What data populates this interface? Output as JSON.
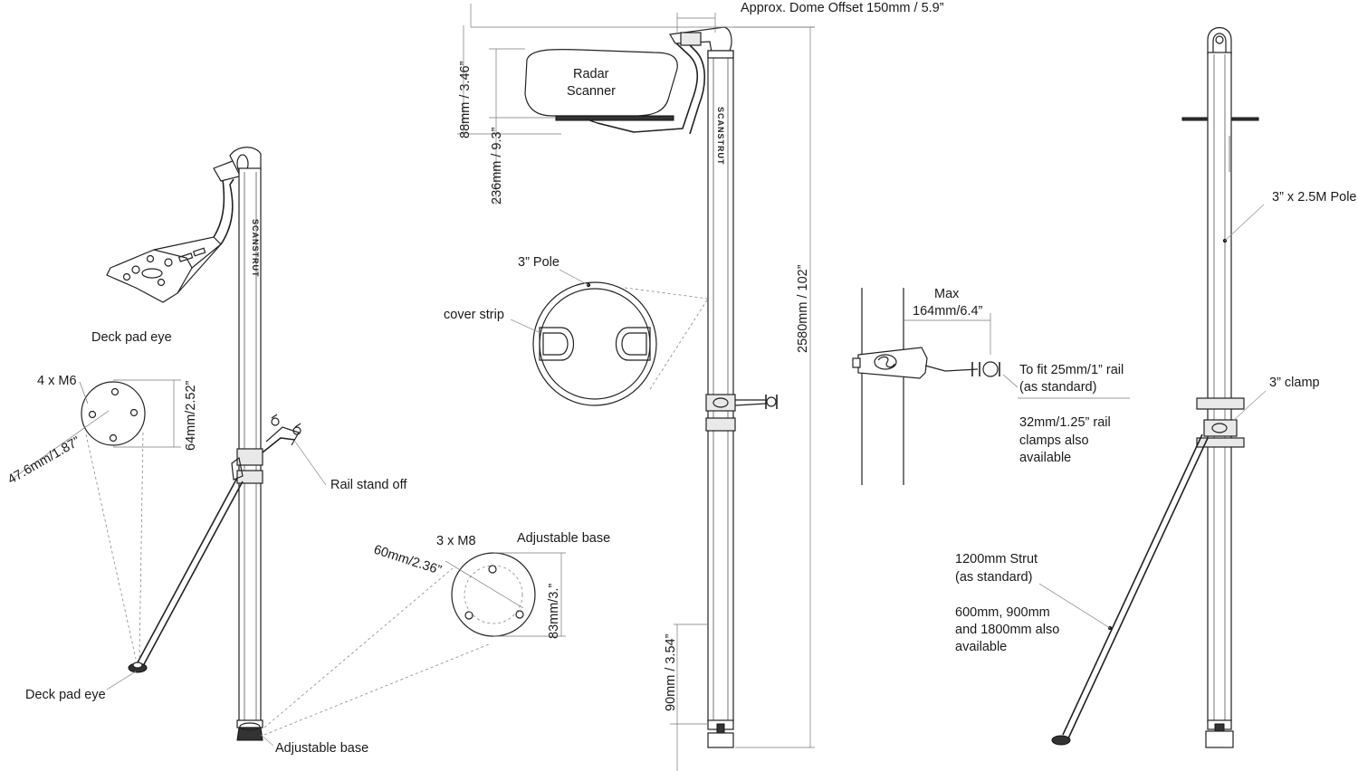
{
  "labels": {
    "deck_pad_eye_top": "Deck pad eye",
    "four_m6": "4 x M6",
    "dim_64mm": "64mm/2.52”",
    "dim_47mm": "47.6mm/1.87”",
    "rail_stand_off": "Rail stand off",
    "deck_pad_eye_bottom": "Deck pad eye",
    "adjustable_base_left": "Adjustable base",
    "dome_offset": "Approx. Dome Offset   150mm / 5.9”",
    "dim_88mm": "88mm / 3.46”",
    "dim_236mm": "236mm / 9.3”",
    "radar_line1": "Radar",
    "radar_line2": "Scanner",
    "three_inch_pole": "3” Pole",
    "cover_strip": "cover strip",
    "dim_2580mm": "2580mm / 102”",
    "three_m8": "3 x M8",
    "adjustable_base_center": "Adjustable base",
    "dim_60mm": "60mm/2.36”",
    "dim_83mm": "83mm/3.”",
    "dim_90mm": "90mm / 3.54”",
    "max_line1": "Max",
    "max_line2": "164mm/6.4”",
    "rail_fit_line1": "To fit 25mm/1” rail",
    "rail_fit_line2": "(as standard)",
    "clamps_line1": "32mm/1.25” rail",
    "clamps_line2": "clamps also",
    "clamps_line3": "available",
    "pole_spec": "3” x 2.5M Pole",
    "three_inch_clamp": "3” clamp",
    "strut_line1": "1200mm Strut",
    "strut_line2": "(as standard)",
    "strut_opts_line1": "600mm, 900mm",
    "strut_opts_line2": "and 1800mm also",
    "strut_opts_line3": "available"
  },
  "brand_text": "SCANSTRUT"
}
